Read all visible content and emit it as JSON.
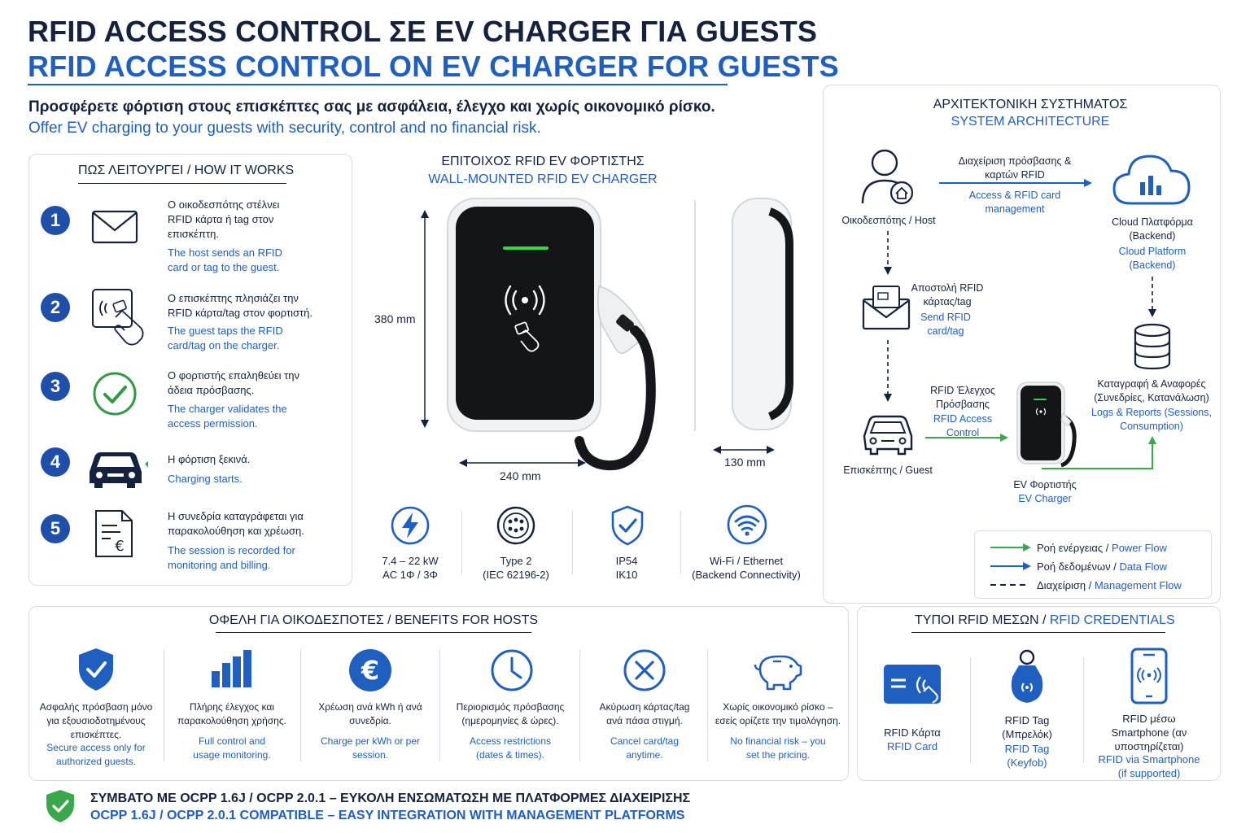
{
  "header": {
    "title_gr": "RFID ACCESS CONTROL ΣΕ EV CHARGER ΓΙΑ GUESTS",
    "title_en": "RFID ACCESS CONTROL ON EV CHARGER FOR GUESTS",
    "subtitle_gr": "Προσφέρετε φόρτιση στους επισκέπτες σας με ασφάλεια, έλεγχο και χωρίς οικονομικό ρίσκο.",
    "subtitle_en": "Offer EV charging to your guests with security, control and no financial risk."
  },
  "how": {
    "title_gr": "ΠΩΣ ΛΕΙΤΟΥΡΓΕΙ / HOW IT WORKS",
    "steps": [
      {
        "num": "1",
        "icon": "envelope-icon",
        "gr": "Ο οικοδεσπότης στέλνει RFID κάρτα ή tag στον επισκέπτη.",
        "en": "The host sends an RFID card or tag to the guest."
      },
      {
        "num": "2",
        "icon": "tap-card-icon",
        "gr": "Ο επισκέπτης πλησιάζει την RFID κάρτα/tag στον φορτιστή.",
        "en": "The guest taps the RFID card/tag on the charger."
      },
      {
        "num": "3",
        "icon": "check-circle-icon",
        "gr": "Ο φορτιστής επαληθεύει την άδεια πρόσβασης.",
        "en": "The charger validates the access permission."
      },
      {
        "num": "4",
        "icon": "car-icon",
        "gr": "Η φόρτιση ξεκινά.",
        "en": "Charging starts."
      },
      {
        "num": "5",
        "icon": "invoice-euro-icon",
        "gr": "Η συνεδρία καταγράφεται για παρακολούθηση και χρέωση.",
        "en": "The session is recorded for monitoring and billing."
      }
    ]
  },
  "charger": {
    "title_gr": "ΕΠΙΤΟΙΧΟΣ RFID EV ΦΟΡΤΙΣΤΗΣ",
    "title_en": "WALL-MOUNTED RFID EV CHARGER",
    "height": "380 mm",
    "width": "240 mm",
    "depth": "130 mm",
    "specs": [
      {
        "icon": "bolt-icon",
        "l1": "7.4 – 22 kW",
        "l2": "AC 1Φ / 3Φ"
      },
      {
        "icon": "type2-plug-icon",
        "l1": "Type 2",
        "l2": "(IEC 62196-2)"
      },
      {
        "icon": "shield-check-icon",
        "l1": "IP54",
        "l2": "IK10"
      },
      {
        "icon": "wifi-icon",
        "l1": "Wi-Fi / Ethernet",
        "l2": "(Backend Connectivity)"
      }
    ]
  },
  "arch": {
    "title_gr": "ΑΡΧΙΤΕΚΤΟΝΙΚΗ ΣΥΣΤΗΜΑΤΟΣ",
    "title_en": "SYSTEM ARCHITECTURE",
    "host": "Οικοδεσπότης / Host",
    "mgmt_gr": "Διαχείριση πρόσβασης & καρτών RFID",
    "mgmt_en": "Access & RFID card management",
    "cloud_gr": "Cloud Πλατφόρμα (Backend)",
    "cloud_en": "Cloud Platform (Backend)",
    "send_gr": "Αποστολή RFID κάρτας/tag",
    "send_en": "Send RFID card/tag",
    "rfid_gr": "RFID Έλεγχος Πρόσβασης",
    "rfid_en": "RFID Access Control",
    "logs_gr": "Καταγραφή & Αναφορές (Συνεδρίες, Κατανάλωση)",
    "logs_en": "Logs & Reports (Sessions, Consumption)",
    "guest": "Επισκέπτης / Guest",
    "charger_gr": "EV Φορτιστής",
    "charger_en": "EV Charger",
    "legend": [
      {
        "gr": "Ροή ενέργειας / ",
        "en": "Power Flow",
        "color": "#3aa84a"
      },
      {
        "gr": "Ροή δεδομένων / ",
        "en": "Data Flow",
        "color": "#1f5fbf"
      },
      {
        "gr": "Διαχείριση / ",
        "en": "Management Flow",
        "color": "#15223f"
      }
    ]
  },
  "benefits": {
    "title_gr": "ΟΦΕΛΗ ΓΙΑ ΟΙΚΟΔΕΣΠΟΤΕΣ / BENEFITS FOR HOSTS",
    "items": [
      {
        "icon": "shield-check-icon",
        "gr": "Ασφαλής πρόσβαση μόνο για εξουσιοδοτημένους επισκέπτες.",
        "en": "Secure access only for authorized guests."
      },
      {
        "icon": "bar-chart-icon",
        "gr": "Πλήρης έλεγχος και παρακολούθηση χρήσης.",
        "en": "Full control and usage monitoring."
      },
      {
        "icon": "euro-icon",
        "gr": "Χρέωση ανά kWh ή ανά συνεδρία.",
        "en": "Charge per kWh or per session."
      },
      {
        "icon": "clock-icon",
        "gr": "Περιορισμός πρόσβασης (ημερομηνίες & ώρες).",
        "en": "Access restrictions (dates & times)."
      },
      {
        "icon": "cancel-icon",
        "gr": "Ακύρωση κάρτας/tag ανά πάσα στιγμή.",
        "en": "Cancel card/tag anytime."
      },
      {
        "icon": "piggy-bank-icon",
        "gr": "Χωρίς οικονομικό ρίσκο – εσείς ορίζετε την τιμολόγηση.",
        "en": "No financial risk – you set the pricing."
      }
    ]
  },
  "creds": {
    "title_gr": "ΤΥΠΟΙ RFID ΜΕΣΩΝ / ",
    "title_en": "RFID CREDENTIALS",
    "items": [
      {
        "icon": "rfid-card-icon",
        "gr": "RFID Κάρτα",
        "en": "RFID Card"
      },
      {
        "icon": "keyfob-icon",
        "gr": "RFID Tag (Μπρελόκ)",
        "en": "RFID Tag (Keyfob)"
      },
      {
        "icon": "smartphone-icon",
        "gr": "RFID μέσω Smartphone (αν υποστηρίζεται)",
        "en": "RFID via Smartphone (if supported)"
      }
    ]
  },
  "footer": {
    "gr": "ΣΥΜΒΑΤΟ ΜΕ OCPP 1.6J / OCPP 2.0.1 – ΕΥΚΟΛΗ ΕΝΣΩΜΑΤΩΣΗ ΜΕ ΠΛΑΤΦΟΡΜΕΣ ΔΙΑΧΕΙΡΙΣΗΣ",
    "en": "OCPP 1.6J / OCPP 2.0.1 COMPATIBLE – EASY INTEGRATION WITH MANAGEMENT PLATFORMS"
  },
  "colors": {
    "navy": "#15223f",
    "blue": "#1f5fbf",
    "green": "#3aa84a",
    "border": "#d7dce4"
  }
}
